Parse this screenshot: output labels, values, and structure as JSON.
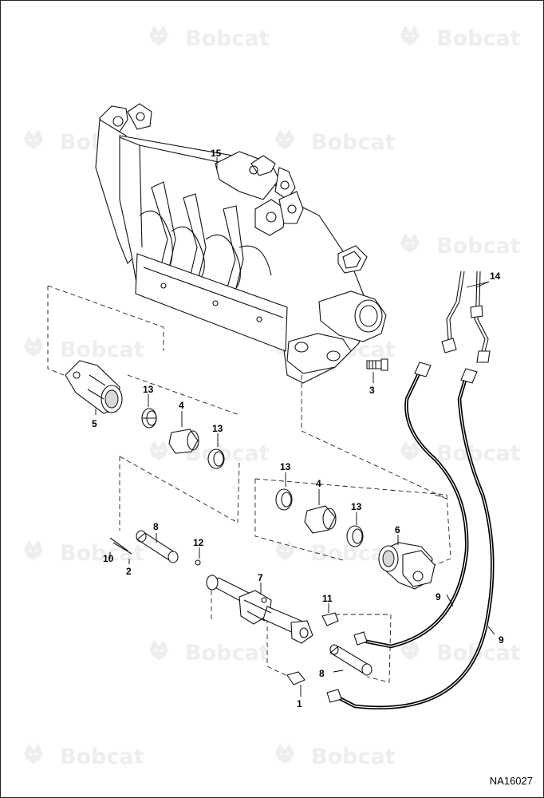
{
  "watermark": {
    "brand": "Bobcat",
    "logo_icon": "bobcat-head-logo-icon"
  },
  "drawing_code": "NA16027",
  "callouts": {
    "c1": "1",
    "c2": "2",
    "c3": "3",
    "c4a": "4",
    "c4b": "4",
    "c5": "5",
    "c6": "6",
    "c7": "7",
    "c8a": "8",
    "c8b": "8",
    "c9a": "9",
    "c9b": "9",
    "c10": "10",
    "c11": "11",
    "c12": "12",
    "c13a": "13",
    "c13b": "13",
    "c13c": "13",
    "c13d": "13",
    "c14": "14",
    "c15": "15"
  },
  "colors": {
    "line": "#111111",
    "watermark": "#eeeeee",
    "background": "#ffffff"
  }
}
